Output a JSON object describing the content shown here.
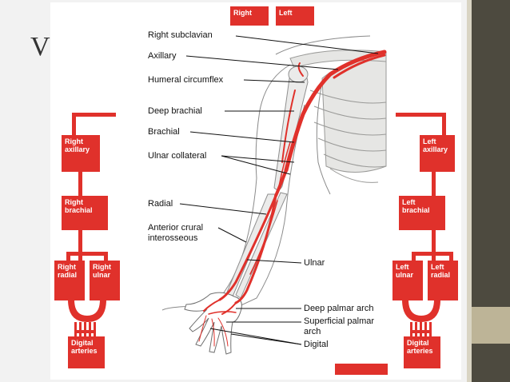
{
  "slide": {
    "title_fragment": "V"
  },
  "header_boxes": {
    "right": "Right",
    "left": "Left"
  },
  "left_flow": {
    "axillary": [
      "Right",
      "axillary"
    ],
    "brachial": [
      "Right",
      "brachial"
    ],
    "radial": [
      "Right",
      "radial"
    ],
    "ulnar": [
      "Right",
      "ulnar"
    ],
    "digital": [
      "Digital",
      "arteries"
    ]
  },
  "right_flow": {
    "axillary": [
      "Left",
      "axillary"
    ],
    "brachial": [
      "Left",
      "brachial"
    ],
    "ulnar": [
      "Left",
      "ulnar"
    ],
    "radial": [
      "Left",
      "radial"
    ],
    "digital": [
      "Digital",
      "arteries"
    ]
  },
  "labels": {
    "right_subclavian": "Right subclavian",
    "axillary": "Axillary",
    "humeral_circumflex": "Humeral circumflex",
    "deep_brachial": "Deep brachial",
    "brachial": "Brachial",
    "ulnar_collateral": "Ulnar collateral",
    "radial": "Radial",
    "anterior_crural_1": "Anterior crural",
    "anterior_crural_2": "interosseous",
    "ulnar": "Ulnar",
    "deep_palmar_arch": "Deep palmar arch",
    "superficial_palmar_1": "Superficial palmar",
    "superficial_palmar_2": "arch",
    "digital": "Digital"
  },
  "colors": {
    "artery_red": "#e0312b",
    "bone": "#e6e6e4",
    "outline": "#777777"
  }
}
